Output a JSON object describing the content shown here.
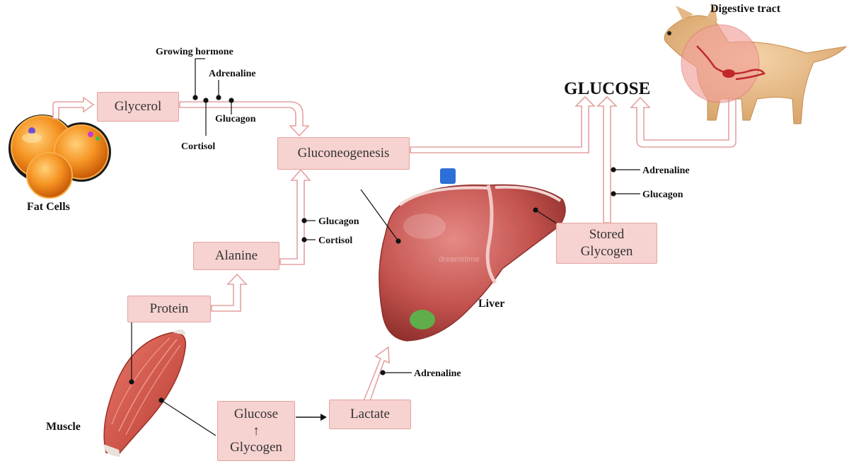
{
  "title": "GLUCOSE",
  "captions": {
    "fat_cells": "Fat Cells",
    "digestive_tract": "Digestive tract",
    "liver": "Liver",
    "muscle": "Muscle"
  },
  "boxes": {
    "glycerol": "Glycerol",
    "gluconeogenesis": "Gluconeogenesis",
    "alanine": "Alanine",
    "protein": "Protein",
    "glucose": "Glucose",
    "up_arrow": "↑",
    "glycogen": "Glycogen",
    "lactate": "Lactate",
    "stored_glycogen_line1": "Stored",
    "stored_glycogen_line2": "Glycogen"
  },
  "hormones": {
    "glycerol_path": [
      "Growing hormone",
      "Adrenaline",
      "Glucagon",
      "Cortisol"
    ],
    "alanine_path": [
      "Glucagon",
      "Cortisol"
    ],
    "glycogen_path": [
      "Adrenaline",
      "Glucagon"
    ],
    "lactate_path": [
      "Adrenaline"
    ]
  },
  "watermark": "dreamstime",
  "colors": {
    "box_fill": "#f6d2d0",
    "box_border": "#e2a5a2",
    "arrow_outline": "#e3a29f",
    "liver": "#c4534f",
    "fat_cell": "#f08a1c",
    "muscle": "#cf4b3e"
  }
}
